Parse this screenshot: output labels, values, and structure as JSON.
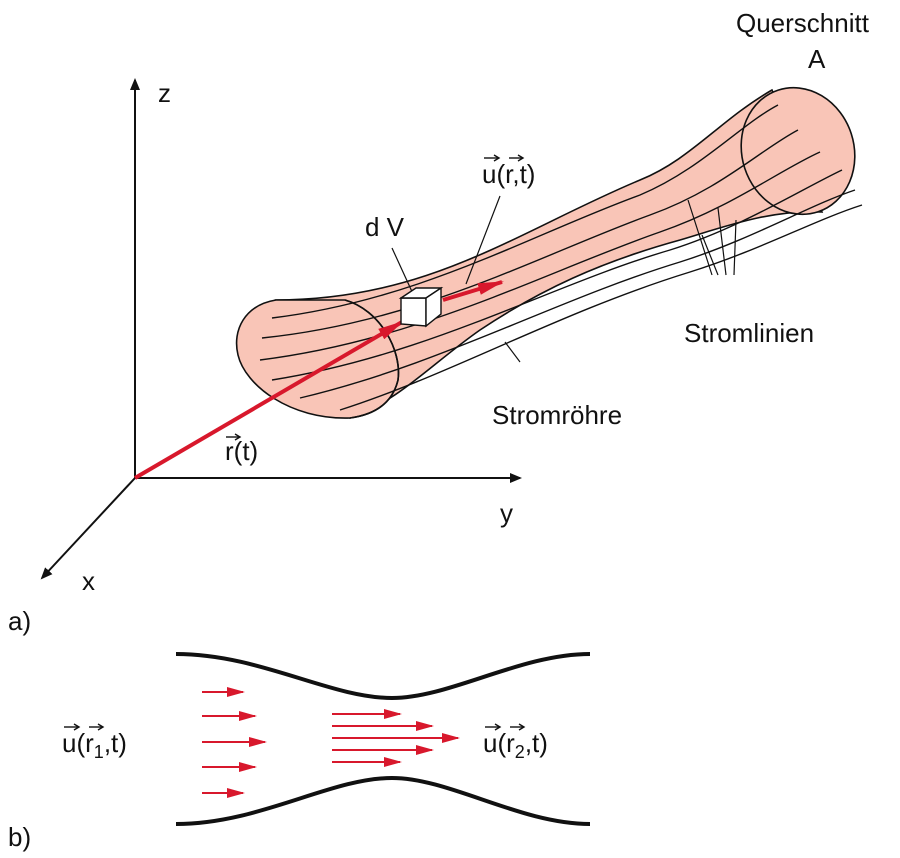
{
  "panel_a": {
    "label": "a)",
    "axes": {
      "x": "x",
      "y": "y",
      "z": "z"
    },
    "cross_section": {
      "line1": "Querschnitt",
      "line2": "A"
    },
    "velocity_label": {
      "base": "u(",
      "arg": "r",
      "tail": ",t)"
    },
    "volume_label": "d V",
    "streamlines_label": "Stromlinien",
    "streamtube_label": "Stromröhre",
    "position_label": {
      "base": "r",
      "tail": "(t)"
    }
  },
  "panel_b": {
    "label": "b)",
    "velocity_1": {
      "base": "u(",
      "arg": "r",
      "sub": "1",
      "tail": ",t)"
    },
    "velocity_2": {
      "base": "u(",
      "arg": "r",
      "sub": "2",
      "tail": ",t)"
    }
  },
  "colors": {
    "tube_fill": "#f9c5b7",
    "arrow_red": "#d8182c",
    "line": "#111111"
  }
}
